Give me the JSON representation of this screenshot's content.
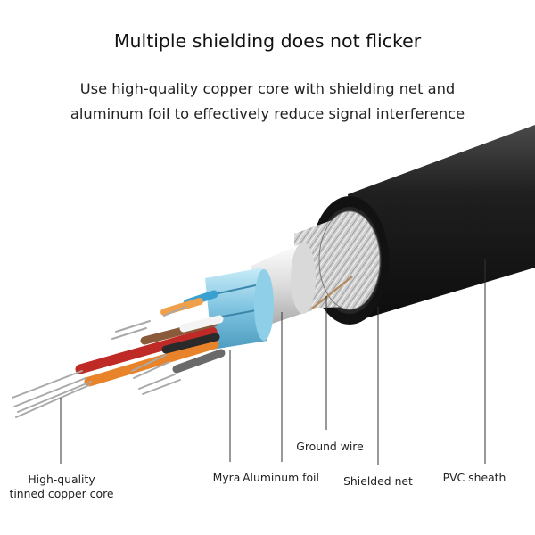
{
  "heading": {
    "title": "Multiple shielding does not flicker",
    "subtitle_lines": [
      "Use high-quality copper core with shielding net and",
      "aluminum foil to effectively reduce signal interference"
    ]
  },
  "callouts": {
    "copper_core": [
      "High-quality",
      "tinned copper core"
    ],
    "myra": "Myra",
    "aluminum_foil": "Aluminum foil",
    "ground_wire": "Ground wire",
    "shielded_net": "Shielded net",
    "pvc_sheath": "PVC sheath"
  },
  "colors": {
    "sheath": "#1c1c1c",
    "braid": "#c9c9c9",
    "foil": "#e8e8e8",
    "myra": "#9fd4ea",
    "wire_red": "#c02a26",
    "wire_orange": "#e8832a",
    "wire_brown": "#8a5a3a",
    "copper": "#b8b8b8"
  }
}
